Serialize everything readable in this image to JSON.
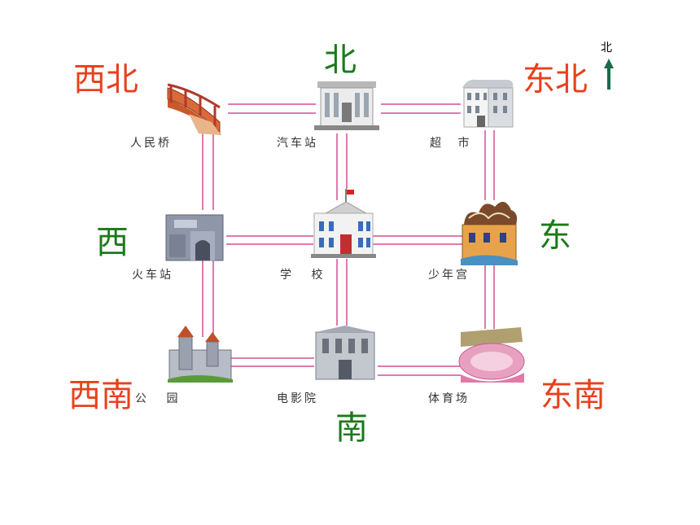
{
  "colors": {
    "corner_direction": "#e8401c",
    "main_direction": "#1a7a1a",
    "road": "#e07ab0"
  },
  "directions": {
    "north": "北",
    "south": "南",
    "east": "东",
    "west": "西",
    "northeast": "东北",
    "northwest": "西北",
    "southeast": "东南",
    "southwest": "西南"
  },
  "compass": {
    "label": "北",
    "icon": "north-arrow-icon"
  },
  "places": {
    "bridge": "人民桥",
    "bus_station": "汽车站",
    "supermarket": "超 市",
    "train_station": "火车站",
    "school": "学 校",
    "youth_palace": "少年宫",
    "park": "公 园",
    "cinema": "电影院",
    "stadium": "体育场"
  }
}
